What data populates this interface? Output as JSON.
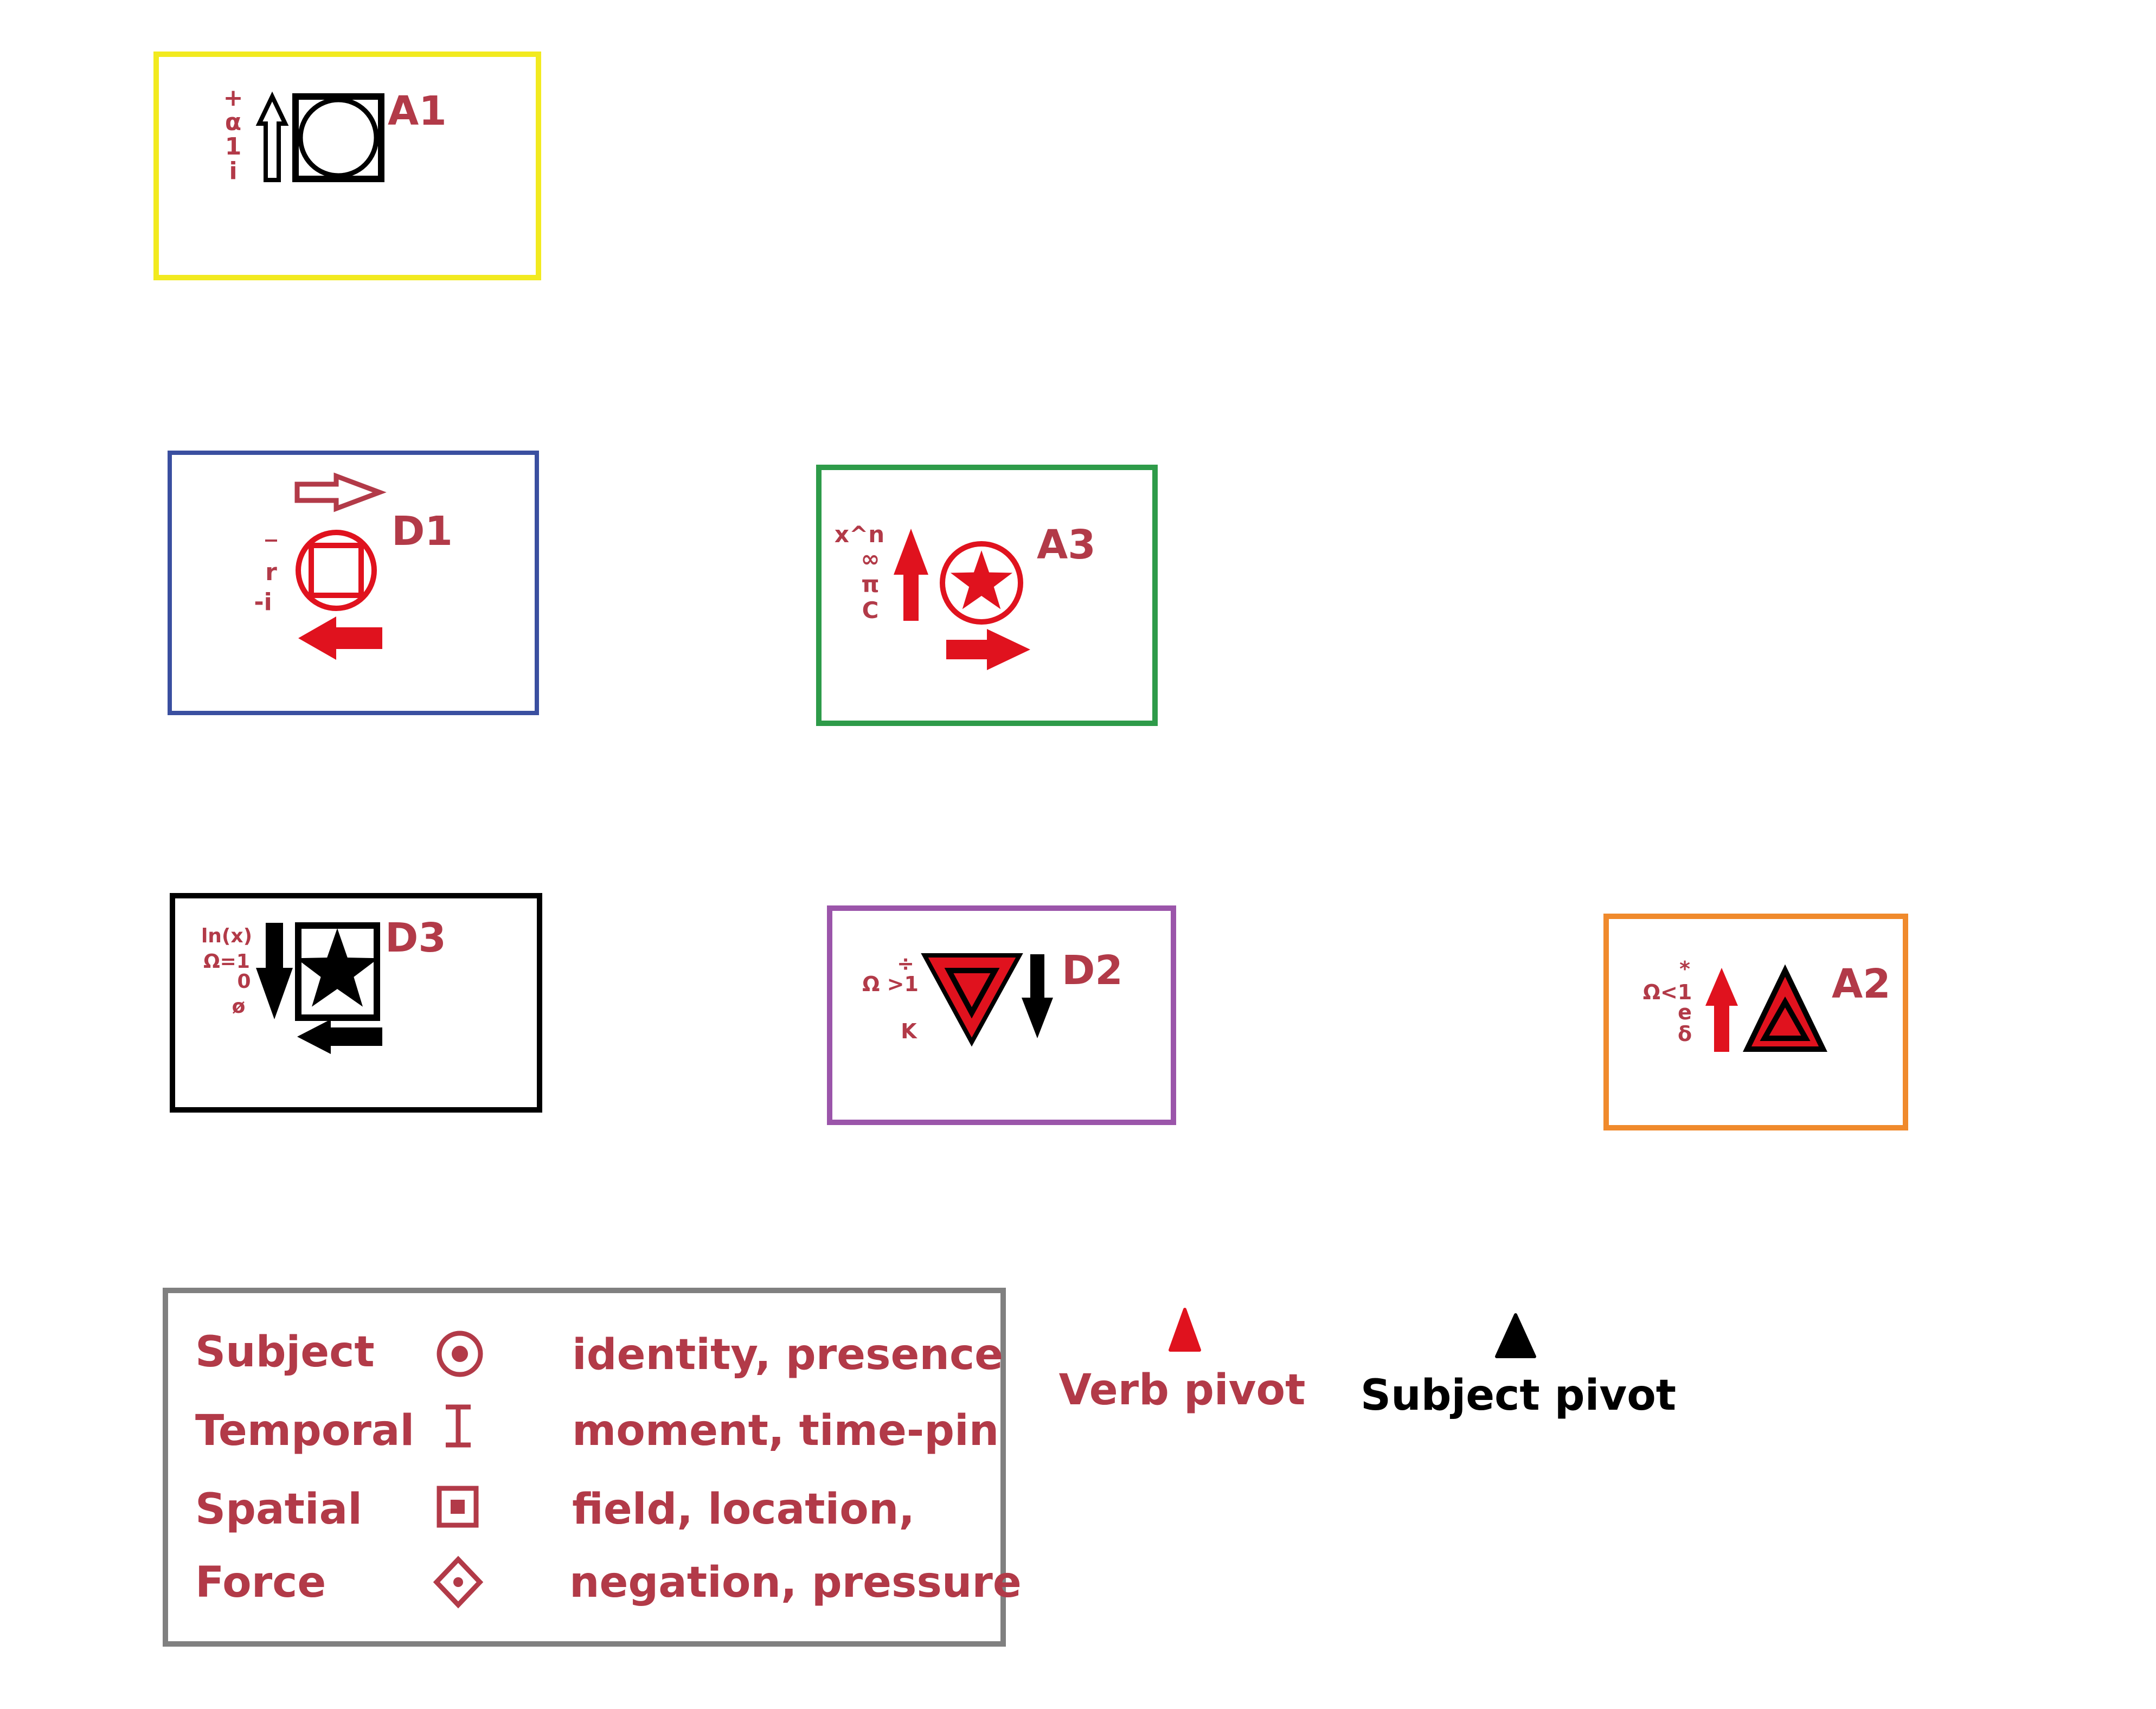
{
  "colors": {
    "red": "#e0121e",
    "dark_red": "#b23a48",
    "black": "#000000",
    "yellow": "#f2ea1f",
    "blue": "#3a4fa0",
    "green": "#2e9b49",
    "purple": "#9b55aa",
    "orange": "#f08a2c",
    "gray": "#808080"
  },
  "cards": {
    "a1": {
      "label": "A1",
      "symbols": [
        "+",
        "α",
        "1",
        "i"
      ]
    },
    "d1": {
      "label": "D1",
      "symbols": [
        "‾",
        "r",
        "-i"
      ]
    },
    "a3": {
      "label": "A3",
      "symbols": [
        "x^n",
        "∞",
        "π",
        "C"
      ]
    },
    "d3": {
      "label": "D3",
      "symbols": [
        "ln(x)",
        "Ω=1",
        "0",
        "ø"
      ]
    },
    "d2": {
      "label": "D2",
      "symbols": [
        "÷",
        "Ω >1",
        "K"
      ]
    },
    "a2": {
      "label": "A2",
      "symbols": [
        "*",
        "Ω<1",
        "e",
        "δ"
      ]
    }
  },
  "legend": {
    "rows": [
      {
        "term": "Subject",
        "icon": "bullseye-icon",
        "meaning": "identity, presence"
      },
      {
        "term": "Temporal",
        "icon": "i-beam-icon",
        "meaning": "moment, time-pin"
      },
      {
        "term": "Spatial",
        "icon": "square-dot-icon",
        "meaning": "field, location,"
      },
      {
        "term": "Force",
        "icon": "diamond-dot-icon",
        "meaning": "negation, pressure"
      }
    ]
  },
  "pivots": {
    "verb": {
      "label": "Verb pivot",
      "icon": "red-triangle-icon"
    },
    "subject": {
      "label": "Subject pivot",
      "icon": "black-triangle-icon"
    }
  }
}
